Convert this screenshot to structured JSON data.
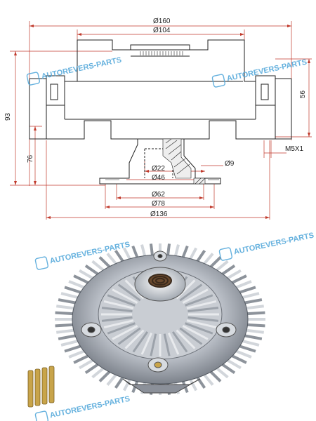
{
  "dimensions": {
    "d160": "Ø160",
    "d104": "Ø104",
    "h93": "93",
    "h76": "76",
    "h56": "56",
    "m5x1": "M5X1",
    "d22": "Ø22",
    "d9": "Ø9",
    "d46": "Ø46",
    "d62": "Ø62",
    "d78": "Ø78",
    "d136": "Ø136"
  },
  "watermarks": [
    "AUTOREVERS-PARTS",
    "AUTOREVERS-PARTS",
    "AUTOREVERS-PARTS",
    "AUTOREVERS-PARTS",
    "AUTOREVERS-PARTS"
  ],
  "colors": {
    "line": "#222222",
    "dim_red": "#c0392b",
    "watermark": "#4aa3d8",
    "stud": "#c8a44a"
  }
}
